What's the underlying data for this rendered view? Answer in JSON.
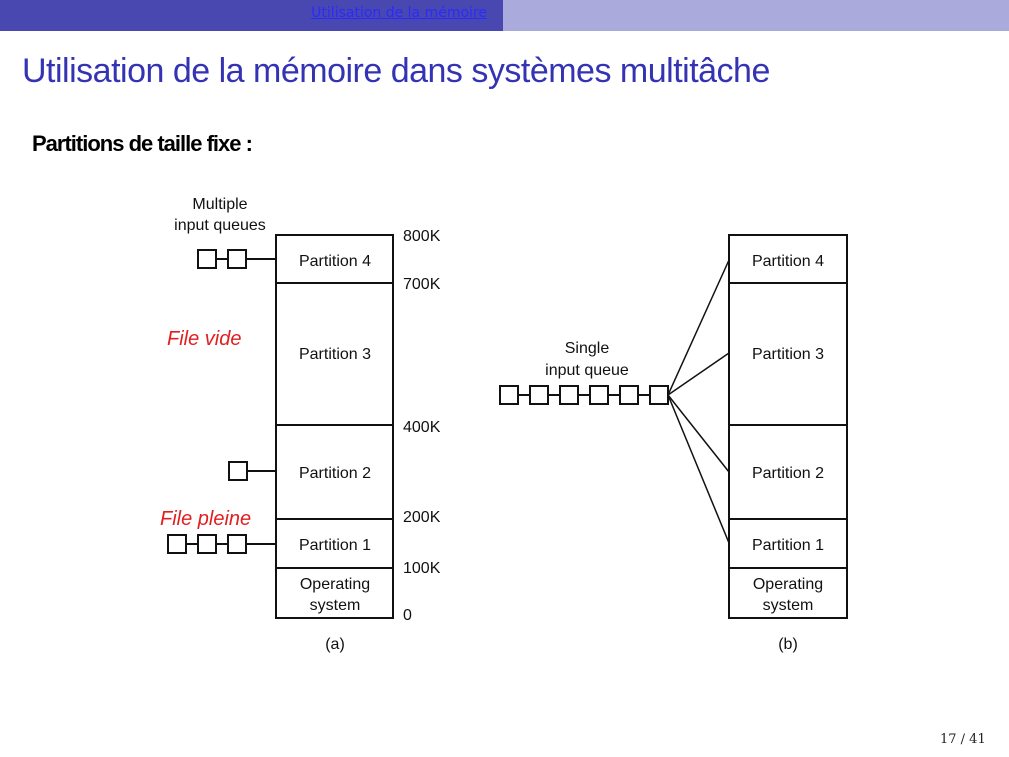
{
  "header": {
    "section": "Utilisation de la mémoire"
  },
  "title": "Utilisation de la mémoire dans systèmes multitâche",
  "subtitle": "Partitions de taille fixe :",
  "diagram": {
    "multiple_queues_label": [
      "Multiple",
      "input queues"
    ],
    "single_queue_label": [
      "Single",
      "input queue"
    ],
    "partitions": [
      "Partition 4",
      "Partition 3",
      "Partition 2",
      "Partition 1"
    ],
    "os_label": [
      "Operating",
      "system"
    ],
    "addresses": [
      "800K",
      "700K",
      "400K",
      "200K",
      "100K",
      "0"
    ],
    "annotations": {
      "empty": "File vide",
      "full": "File pleine"
    },
    "captions": {
      "a": "(a)",
      "b": "(b)"
    },
    "queue_lengths_a": {
      "partition4": 2,
      "partition3": 0,
      "partition2": 1,
      "partition1": 3
    },
    "queue_length_b": 6
  },
  "footer": {
    "page": "17 / 41"
  }
}
